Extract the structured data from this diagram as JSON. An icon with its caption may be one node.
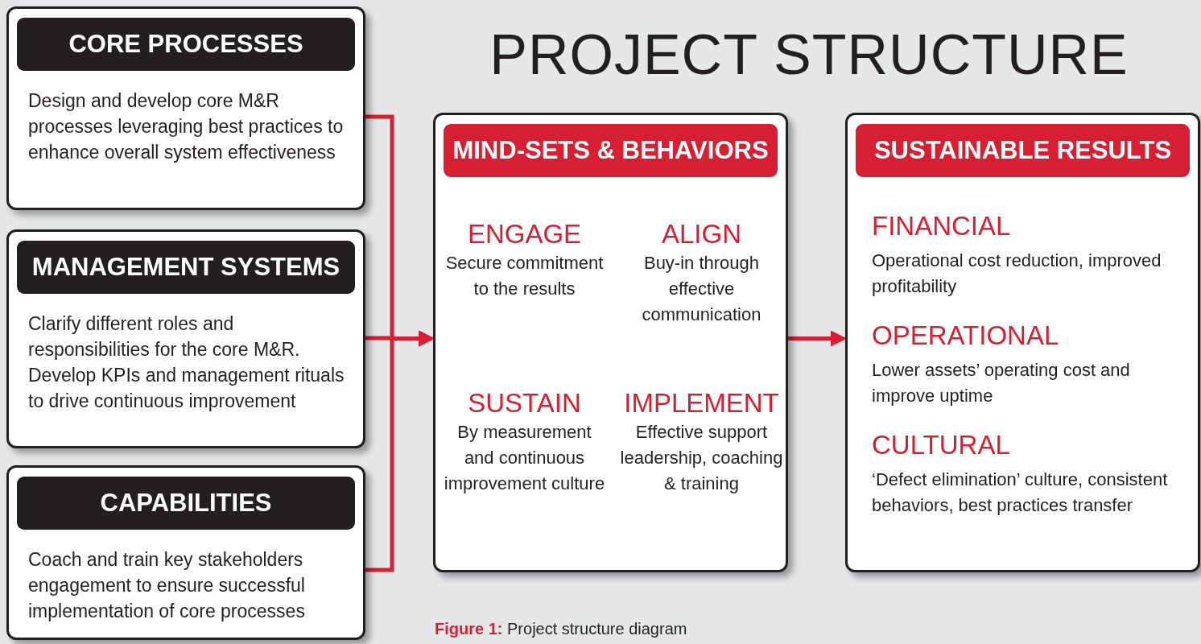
{
  "diagram": {
    "title": "PROJECT STRUCTURE",
    "caption": "**Figure 1:** Project structure diagram",
    "nodes": [
      {
        "text": [
          "CORE PROCESSES",
          "Design and develop core M&R processes leveraging best practices to enhance overall system effectiveness"
        ]
      },
      {
        "text": [
          "MANAGEMENT SYSTEMS",
          "Clarify different roles and responsibilities for the core M&R. Develop KPIs and management rituals to drive continuous improvement"
        ]
      },
      {
        "text": [
          "CAPABILITIES",
          "Coach and train key stakeholders engagement to ensure successful implementation of core processes"
        ]
      },
      {
        "text": [
          "MIND-SETS & BEHAVIORS",
          "ENGAGE",
          "Secure commitment to the results",
          "ALIGN",
          "Buy-in through effective communication",
          "SUSTAIN",
          "By measurement and continuous improvement culture",
          "IMPLEMENT",
          "Effective support leadership, coaching & training"
        ]
      },
      {
        "text": [
          "SUSTAINABLE RESULTS",
          "FINANCIAL",
          "Operational cost reduction, improved profitability",
          "OPERATIONAL",
          "Lower assets’ operating cost and improve uptime",
          "CULTURAL",
          "‘Defect elimination’ culture, consistent behaviors, best practices transfer"
        ]
      }
    ],
    "edges": [
      {
        "from": 0,
        "to": 3,
        "arrow": "to"
      },
      {
        "from": 1,
        "to": 3,
        "arrow": "to"
      },
      {
        "from": 2,
        "to": 3,
        "arrow": "to"
      },
      {
        "from": 3,
        "to": 4,
        "arrow": "to"
      }
    ]
  }
}
